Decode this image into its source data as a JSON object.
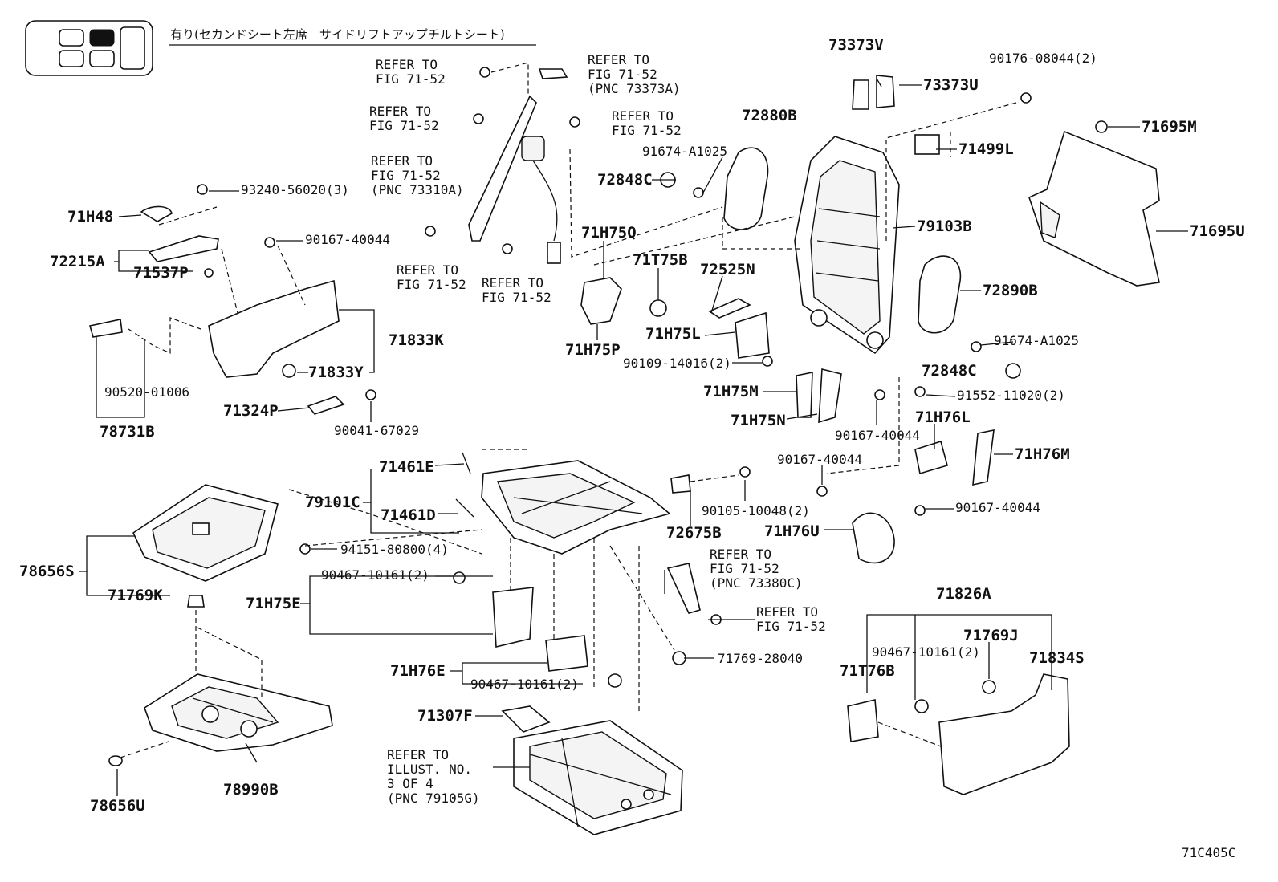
{
  "header": {
    "title": "有り(セカンドシート左席　サイドリフトアップチルトシート)",
    "figure_code": "71C405C"
  },
  "refs": {
    "fig_71_52": "REFER TO\nFIG 71-52",
    "fig_71_52_73373A": "REFER TO\nFIG 71-52\n(PNC 73373A)",
    "fig_71_52_73310A": "REFER TO\nFIG 71-52\n(PNC 73310A)",
    "fig_71_52_73380C": "REFER TO\nFIG 71-52\n(PNC 73380C)",
    "illust_3of4": "REFER TO\nILLUST. NO.\n3 OF 4\n(PNC 79105G)"
  },
  "parts": {
    "p73373V": "73373V",
    "p73373U": "73373U",
    "p90176": "90176-08044(2)",
    "p71499L": "71499L",
    "p71695M": "71695M",
    "p71695U": "71695U",
    "p72880B": "72880B",
    "p91674a": "91674-A1025",
    "p72848Ca": "72848C",
    "p79103B": "79103B",
    "p72890B": "72890B",
    "p91674b": "91674-A1025",
    "p72848Cb": "72848C",
    "p91552": "91552-11020(2)",
    "p71H75Q": "71H75Q",
    "p71T75B": "71T75B",
    "p72525N": "72525N",
    "p71H75L": "71H75L",
    "p71H75P": "71H75P",
    "p90109": "90109-14016(2)",
    "p71H75M": "71H75M",
    "p71H75N": "71H75N",
    "p90167a": "90167-40044",
    "p71H76L": "71H76L",
    "p71H76M": "71H76M",
    "p90167b": "90167-40044",
    "p90167c": "90167-40044",
    "p71H76U": "71H76U",
    "p93240": "93240-56020(3)",
    "p71H48": "71H48",
    "p90167d": "90167-40044",
    "p72215A": "72215A",
    "p71537P": "71537P",
    "p71833K": "71833K",
    "p71833Y": "71833Y",
    "p90520": "90520-01006",
    "p71324P": "71324P",
    "p90041": "90041-67029",
    "p78731B": "78731B",
    "p71461E": "71461E",
    "p79101C": "79101C",
    "p71461D": "71461D",
    "p94151": "94151-80800(4)",
    "p90105": "90105-10048(2)",
    "p72675B": "72675B",
    "p78656S": "78656S",
    "p71769K": "71769K",
    "p90467a": "90467-10161(2)",
    "p71H75E": "71H75E",
    "p71769_28040": "71769-28040",
    "p71H76E": "71H76E",
    "p90467b": "90467-10161(2)",
    "p71307F": "71307F",
    "p78656U": "78656U",
    "p78990B": "78990B",
    "p71826A": "71826A",
    "p71769J": "71769J",
    "p90467c": "90467-10161(2)",
    "p71T76B": "71T76B",
    "p71834S": "71834S"
  }
}
